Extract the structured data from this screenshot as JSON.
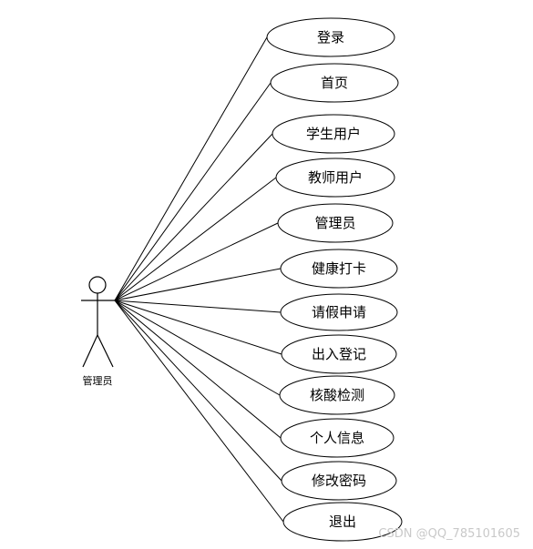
{
  "actor": {
    "label": "管理员"
  },
  "use_cases": [
    {
      "id": "login",
      "label": "登录"
    },
    {
      "id": "home",
      "label": "首页"
    },
    {
      "id": "student-users",
      "label": "学生用户"
    },
    {
      "id": "teacher-users",
      "label": "教师用户"
    },
    {
      "id": "admin",
      "label": "管理员"
    },
    {
      "id": "health-checkin",
      "label": "健康打卡"
    },
    {
      "id": "leave-request",
      "label": "请假申请"
    },
    {
      "id": "entry-exit-registration",
      "label": "出入登记"
    },
    {
      "id": "nucleic-acid-test",
      "label": "核酸检测"
    },
    {
      "id": "personal-info",
      "label": "个人信息"
    },
    {
      "id": "change-password",
      "label": "修改密码"
    },
    {
      "id": "logout",
      "label": "退出"
    }
  ],
  "watermark": "CSDN @QQ_785101605",
  "colors": {
    "stroke": "#000000",
    "background": "#ffffff",
    "watermark": "#c9c9c9"
  }
}
